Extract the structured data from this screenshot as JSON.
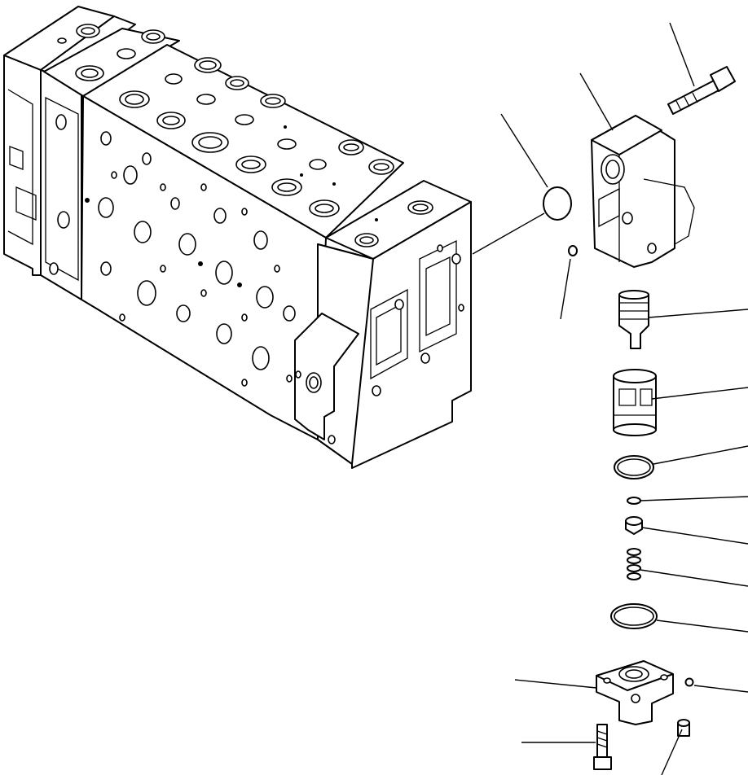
{
  "diagram": {
    "kind": "exploded-parts-view",
    "background_color": "#ffffff",
    "line_color": "#000000",
    "parts": [
      "valve-block-assembly",
      "section-cover",
      "cover-bolt",
      "seal-disc",
      "small-oring",
      "valve-spool",
      "valve-sleeve",
      "large-oring",
      "tiny-ring",
      "valve-cap",
      "spring-stack",
      "lower-oring",
      "lower-cover",
      "lower-bolt",
      "plug-screw",
      "small-ball"
    ]
  }
}
